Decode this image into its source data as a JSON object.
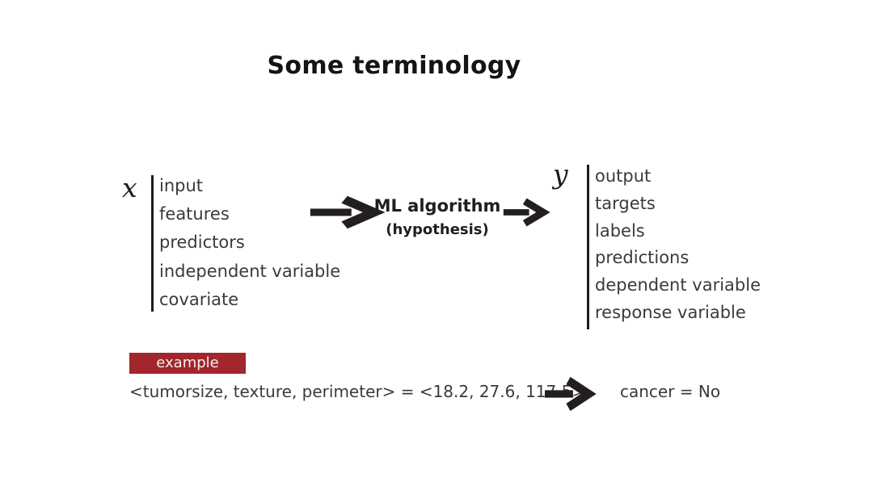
{
  "title": "Some terminology",
  "diagram": {
    "input": {
      "symbol": "x",
      "terms": [
        "input",
        "features",
        "predictors",
        "independent variable",
        "covariate"
      ]
    },
    "algorithm": {
      "name": "ML algorithm",
      "subtitle": "(hypothesis)"
    },
    "output": {
      "symbol": "y",
      "terms": [
        "output",
        "targets",
        "labels",
        "predictions",
        "dependent variable",
        "response variable"
      ]
    }
  },
  "example": {
    "badge_label": "example",
    "badge_color": "#a2262b",
    "badge_text_color": "#f5eeee",
    "feature_vector": "<tumorsize, texture, perimeter> = <18.2, 27.6, 117.5>",
    "prediction": "cancer = No"
  },
  "colors": {
    "background": "#ffffff",
    "title_text": "#141414",
    "body_text": "#3a3a3a",
    "arrow": "#231f20",
    "divider_bar": "#1c1c1c"
  }
}
